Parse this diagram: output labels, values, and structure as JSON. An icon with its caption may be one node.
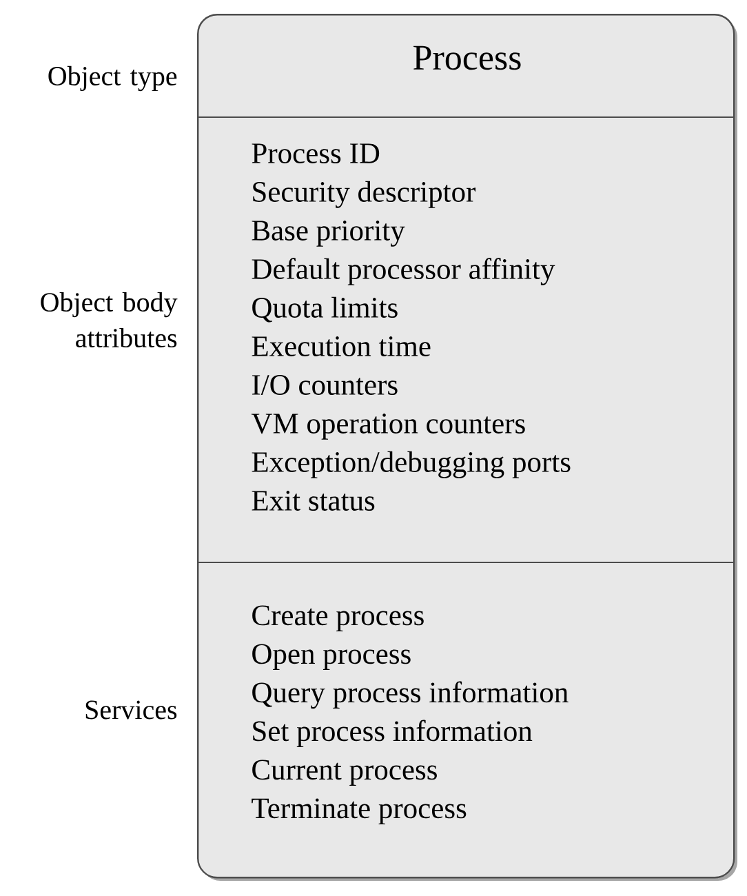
{
  "diagram": {
    "nodes": [
      {
        "text": [],
        "shape": "box"
      },
      {
        "text": [
          "Process"
        ],
        "in": 0
      },
      {
        "text": [
          "Process ID",
          "Security descriptor",
          "Base priority",
          "Default processor affinity",
          "Quota limits",
          "Execution time",
          "I/O counters",
          "VM operation counters",
          "Exception/debugging ports",
          "Exit status"
        ],
        "in": 0
      },
      {
        "text": [
          "Create process",
          "Open process",
          "Query process information",
          "Set process information",
          "Current process",
          "Terminate process"
        ],
        "in": 0
      }
    ],
    "labels": [
      "Object type",
      "Object body attributes",
      "Services"
    ]
  }
}
